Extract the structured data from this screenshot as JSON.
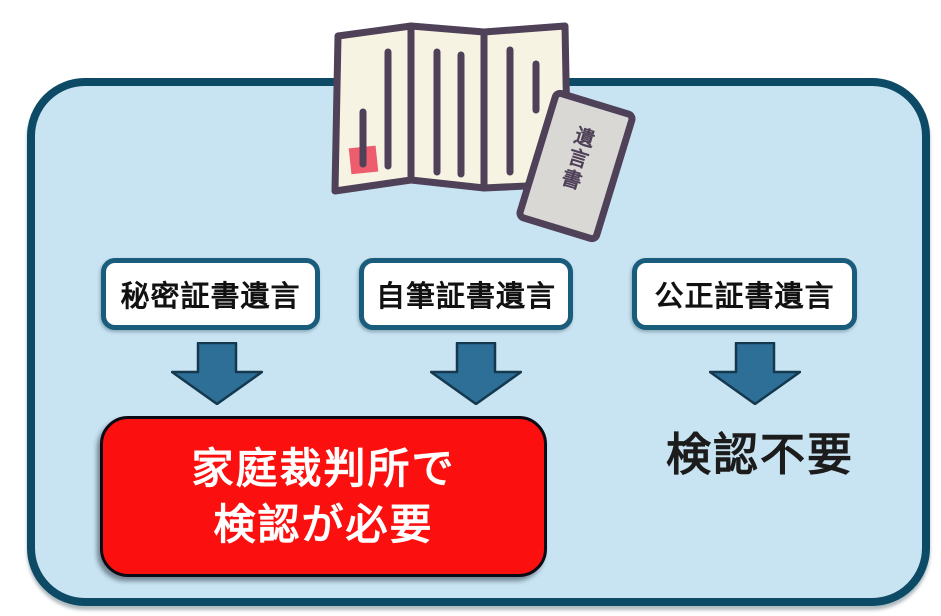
{
  "diagram": {
    "illustration": {
      "envelope_chars": [
        "遺",
        "言",
        "書"
      ],
      "description": "folded-will-paper-and-envelope"
    },
    "will_types": [
      {
        "label": "秘密証書遺言"
      },
      {
        "label": "自筆証書遺言"
      },
      {
        "label": "公正証書遺言"
      }
    ],
    "probate_required": {
      "line1": "家庭裁判所で",
      "line2": "検認が必要"
    },
    "probate_not_required": "検認不要",
    "colors": {
      "container_fill": "#c8e3f2",
      "container_border": "#0d4a66",
      "type_box_border": "#1a5c7c",
      "arrow_fill": "#2e6f98",
      "arrow_outline": "#14384e",
      "required_fill": "#fb0f0f",
      "required_text": "#ffffff",
      "not_required_text": "#1c1c1c",
      "paper_fill": "#f7f3e3",
      "paper_outline": "#4e4158",
      "envelope_fill": "#d9d8d5",
      "seal_fill": "#ee5d6d"
    }
  }
}
